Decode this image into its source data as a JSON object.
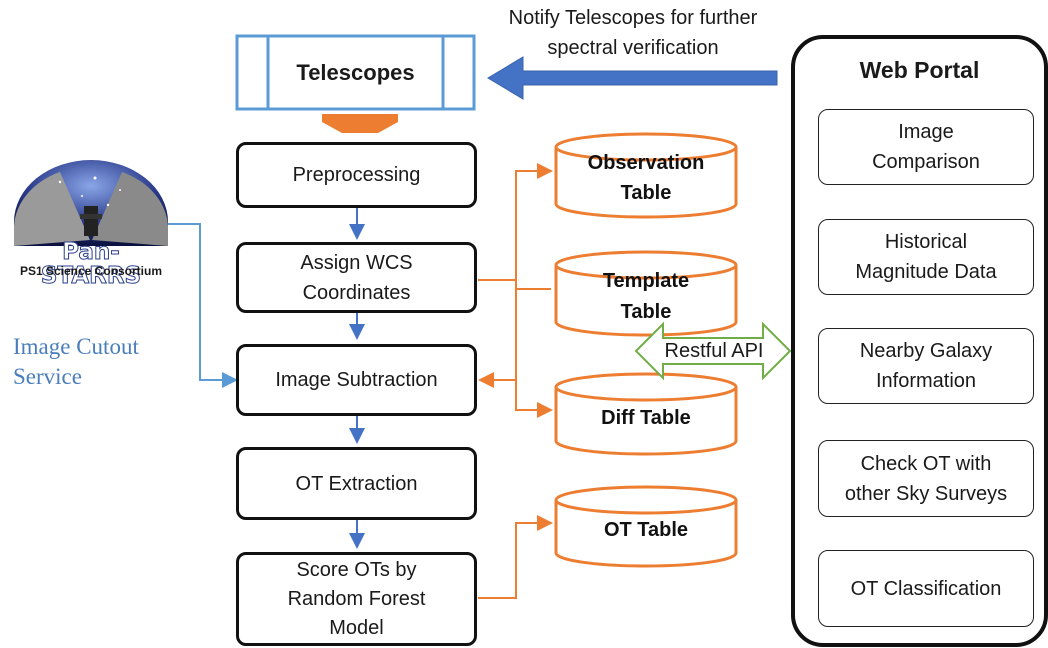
{
  "colors": {
    "box_border": "#111111",
    "telescope_blue": "#5b9bd5",
    "arrow_blue": "#4472c4",
    "db_orange": "#ed7d31",
    "api_green": "#70ad47",
    "service_blue": "#4a7ebb"
  },
  "telescopes": {
    "label": "Telescopes"
  },
  "notify": {
    "text": "Notify Telescopes for further\nspectral verification"
  },
  "pipeline": {
    "preprocessing": "Preprocessing",
    "assign_wcs": "Assign WCS\nCoordinates",
    "image_subtraction": "Image Subtraction",
    "ot_extraction": "OT Extraction",
    "score_ots": "Score OTs by\nRandom Forest\nModel"
  },
  "tables": {
    "observation": "Observation\nTable",
    "template": "Template\nTable",
    "diff": "Diff Table",
    "ot": "OT Table"
  },
  "api": {
    "label": "Restful API"
  },
  "web_portal": {
    "title": "Web Portal",
    "items": [
      "Image\nComparison",
      "Historical\nMagnitude Data",
      "Nearby Galaxy\nInformation",
      "Check OT with\nother Sky Surveys",
      "OT Classification"
    ]
  },
  "panstarrs": {
    "logo_text": "Pan-STARRS",
    "logo_subtext": "PS1 Science Consortium",
    "service_label": "Image Cutout\nService"
  }
}
